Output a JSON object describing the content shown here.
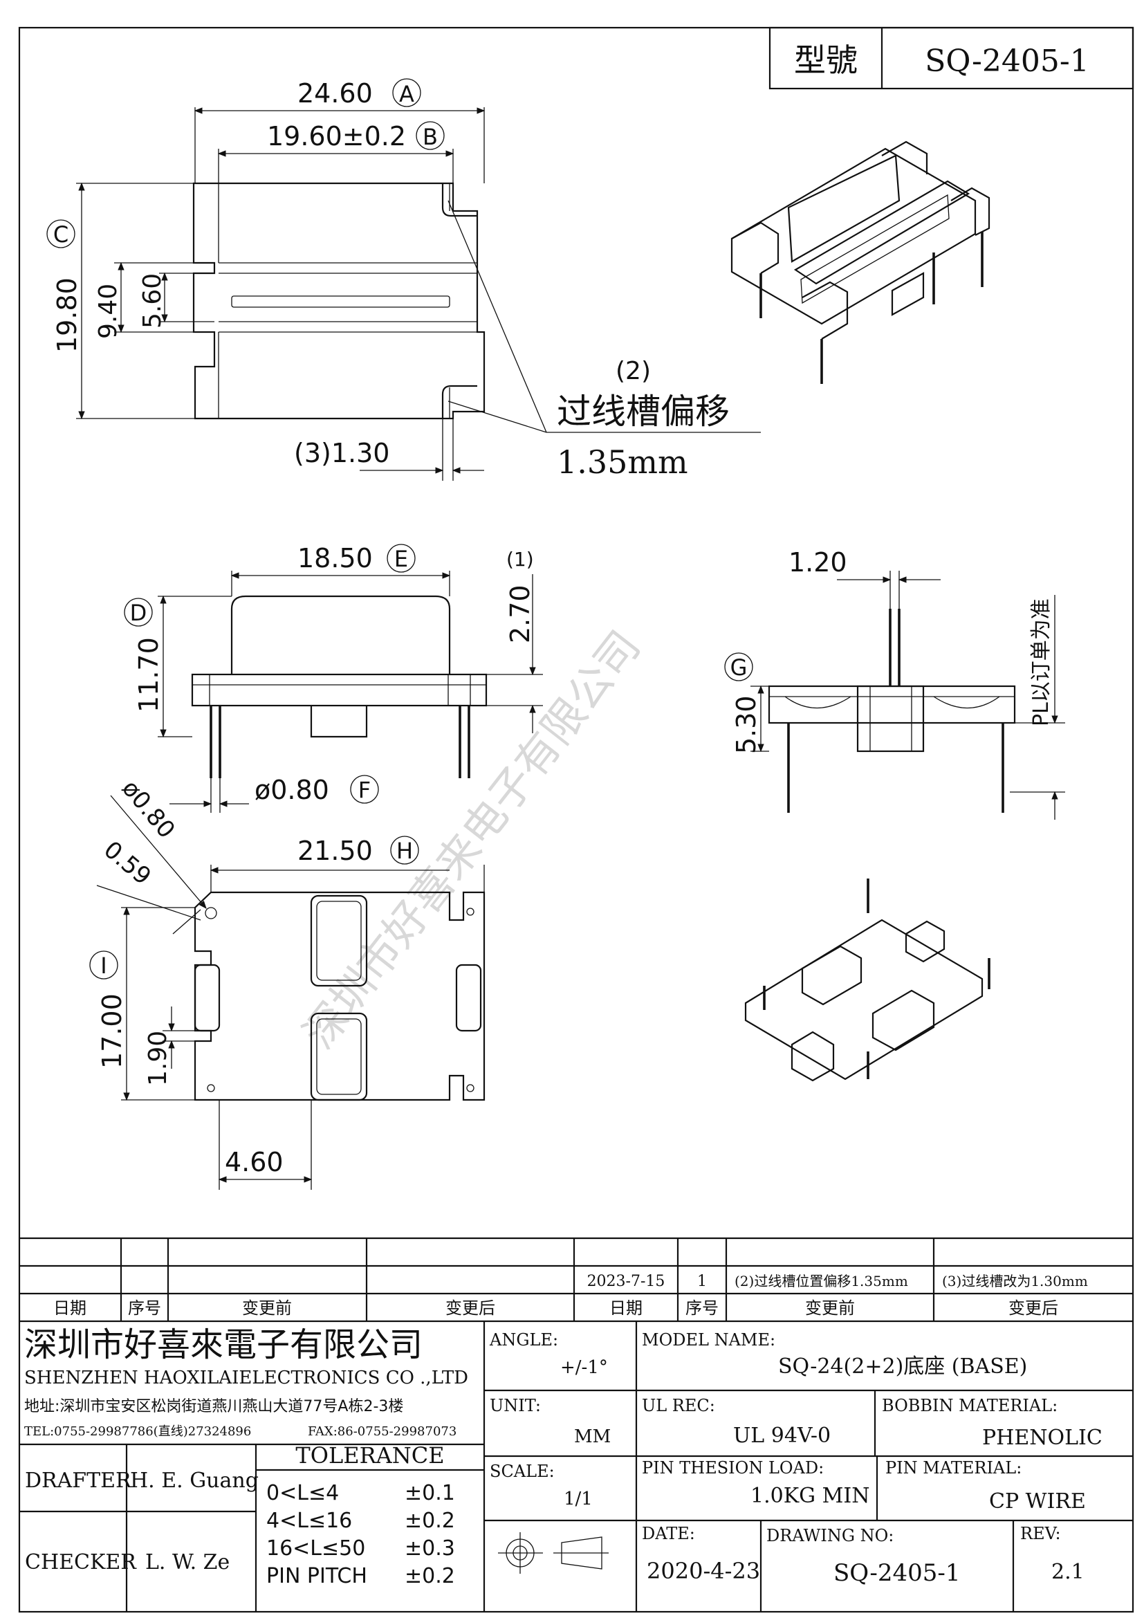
{
  "header": {
    "model_label": "型號",
    "model_code": "SQ-2405-1"
  },
  "dims": {
    "a": "24.60",
    "a_tag": "A",
    "b": "19.60±0.2",
    "b_tag": "B",
    "c": "19.80",
    "c_tag": "C",
    "c_inner1": "9.40",
    "c_inner2": "5.60",
    "note2_num": "(2)",
    "note2_text": "过线槽偏移",
    "note2_val": "1.35mm",
    "note3": "(3)1.30",
    "e": "18.50",
    "e_tag": "E",
    "d": "11.70",
    "d_tag": "D",
    "h1": "2.70",
    "h1_note": "(1)",
    "phi_small": "ø0.80",
    "f": "ø0.80",
    "f_tag": "F",
    "slot": "0.59",
    "h": "21.50",
    "h_tag": "H",
    "i": "17.00",
    "i_tag": "I",
    "i_inner": "1.90",
    "w": "4.60",
    "side_w": "1.20",
    "g": "5.30",
    "g_tag": "G",
    "pl_note": "PL以订单为准"
  },
  "watermark": "深圳市好喜来电子有限公司",
  "revision_table": {
    "row": {
      "date": "2023-7-15",
      "seq": "1",
      "before": "(2)过线槽位置偏移1.35mm",
      "after": "(3)过线槽改为1.30mm"
    },
    "headers": [
      "日期",
      "序号",
      "变更前",
      "变更后",
      "日期",
      "序号",
      "变更前",
      "变更后"
    ]
  },
  "title_block": {
    "company_cn": "深圳市好喜來電子有限公司",
    "company_en": "SHENZHEN HAOXILAIELECTRONICS CO .,LTD",
    "address": "地址:深圳市宝安区松岗街道燕川燕山大道77号A栋2-3楼",
    "tel": "TEL:0755-29987786(直线)27324896",
    "fax": "FAX:86-0755-29987073",
    "angle_label": "ANGLE:",
    "angle_value": "+/-1°",
    "model_name_label": "MODEL NAME:",
    "model_name_value": "SQ-24(2+2)底座 (BASE)",
    "unit_label": "UNIT:",
    "unit_value": "MM",
    "ul_label": "UL REC:",
    "ul_value": "UL 94V-0",
    "bobbin_label": "BOBBIN MATERIAL:",
    "bobbin_value": "PHENOLIC",
    "drafter_label": "DRAFTER",
    "drafter_value": "H. E. Guang",
    "tolerance_title": "TOLERANCE",
    "tolerance_rows": [
      {
        "range": "0<L≤4",
        "tol": "±0.1"
      },
      {
        "range": "4<L≤16",
        "tol": "±0.2"
      },
      {
        "range": "16<L≤50",
        "tol": "±0.3"
      },
      {
        "range": "PIN PITCH",
        "tol": "±0.2"
      }
    ],
    "scale_label": "SCALE:",
    "scale_value": "1/1",
    "pin_load_label": "PIN THESION LOAD:",
    "pin_load_value": "1.0KG MIN",
    "pin_mat_label": "PIN MATERIAL:",
    "pin_mat_value": "CP   WIRE",
    "checker_label": "CHECKER",
    "checker_value": "L. W. Ze",
    "date_label": "DATE:",
    "date_value": "2020-4-23",
    "drawing_no_label": "DRAWING NO:",
    "drawing_no_value": "SQ-2405-1",
    "rev_label": "REV:",
    "rev_value": "2.1"
  }
}
